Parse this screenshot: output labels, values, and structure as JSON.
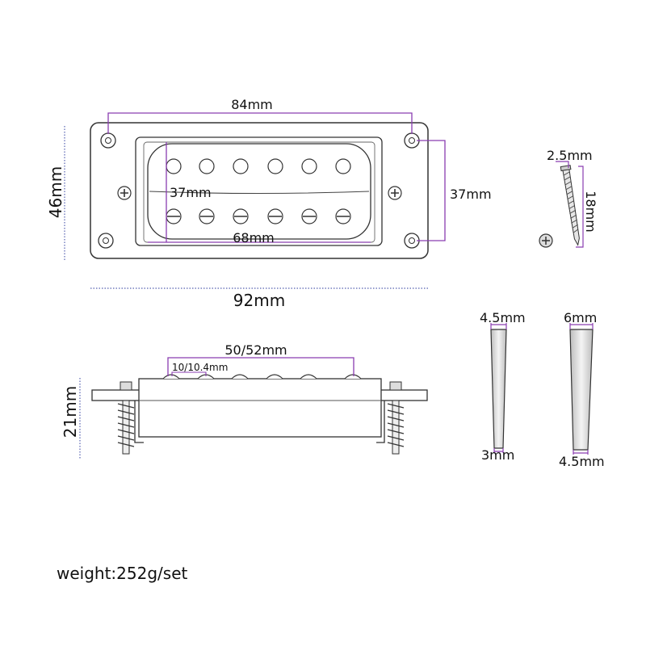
{
  "dimensions": {
    "mount_hole_spacing": "84mm",
    "total_height": "46mm",
    "inner_height_left": "37mm",
    "inner_height_right": "37mm",
    "cover_width": "68mm",
    "total_width": "92mm",
    "screw_diameter": "2.5mm",
    "screw_length": "18mm",
    "pole_spacing": "50/52mm",
    "pole_pitch": "10/10.4mm",
    "side_height": "21mm",
    "shim_a_top": "4.5mm",
    "shim_a_bottom": "3mm",
    "shim_b_top": "6mm",
    "shim_b_bottom": "4.5mm"
  },
  "weight": "weight:252g/set",
  "colors": {
    "dimension_line": "#8a3db0",
    "axis_line": "#5560b0",
    "outline": "#333333"
  }
}
